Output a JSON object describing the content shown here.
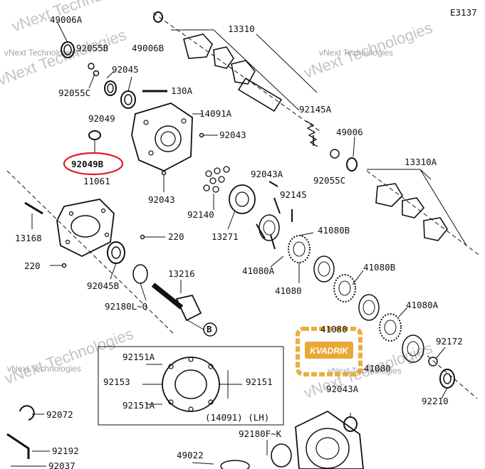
{
  "diagram_code": "E3137",
  "watermark": {
    "big": "vNext Technologies",
    "small": "vNext Technologies"
  },
  "badge": {
    "text": "KVADRIK",
    "color": "#e8a020"
  },
  "highlight": {
    "part": "92049B",
    "color": "#e01b24"
  },
  "parts": {
    "p49006A": "49006A",
    "p92055B": "92055B",
    "p92055C_top": "92055C",
    "p92045": "92045",
    "p92049": "92049",
    "p130A": "130A",
    "p14091A": "14091A",
    "p92043_a": "92043",
    "p92049B": "92049B",
    "p11061": "11061",
    "p92043_b": "92043",
    "p13168": "13168",
    "p220_a": "220",
    "p220_b": "220",
    "p92045B": "92045B",
    "p13216": "13216",
    "p92180L": "92180L~Q",
    "pB": "B",
    "p13310": "13310",
    "p49006B": "49006B",
    "p92145A": "92145A",
    "p49006": "49006",
    "p92055C": "92055C",
    "p13310A": "13310A",
    "p92043A_top": "92043A",
    "p92145": "92145",
    "p92140": "92140",
    "p13271": "13271",
    "p41080B_a": "41080B",
    "p41080A_a": "41080A",
    "p41080_a": "41080",
    "p41080B_b": "41080B",
    "p41080_b": "41080",
    "p41080A_b": "41080A",
    "p41080_c": "41080",
    "p92172": "92172",
    "p92210": "92210",
    "p92043A_bottom": "92043A",
    "p92151A_a": "92151A",
    "p92153": "92153",
    "p92151": "92151",
    "p92151A_b": "92151A",
    "p14091_lh": "(14091)  (LH)",
    "p92072": "92072",
    "p92192": "92192",
    "p92037": "92037",
    "p49022": "49022",
    "p92180F": "92180F~K"
  }
}
